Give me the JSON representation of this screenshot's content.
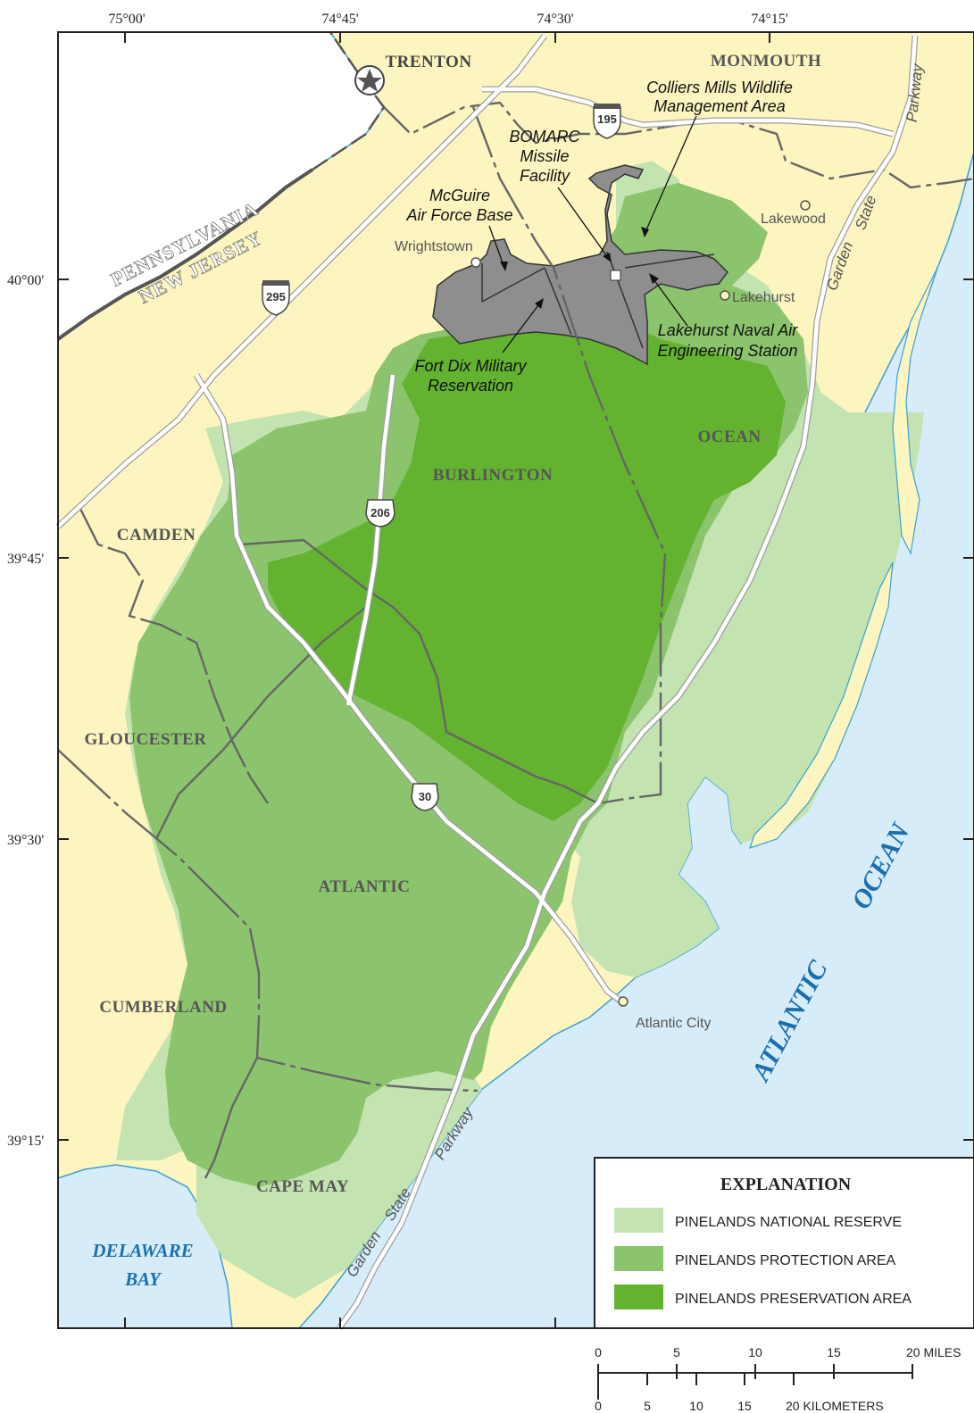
{
  "colors": {
    "land": "#fcf5c0",
    "water": "#d6ecf8",
    "coast": "#3aa0d8",
    "reserve": "#c3e3b1",
    "protection": "#8cc46d",
    "preservation": "#63b331",
    "facility": "#8e8e8e",
    "road": "#ffffff",
    "boundary": "#666666"
  },
  "ticks": {
    "top": [
      "75°00'",
      "74°45'",
      "74°30'",
      "74°15'"
    ],
    "left": [
      "40°00'",
      "39°45'",
      "39°30'",
      "39°15'"
    ]
  },
  "counties": {
    "monmouth": "MONMOUTH",
    "burlington": "BURLINGTON",
    "ocean": "OCEAN",
    "camden": "CAMDEN",
    "gloucester": "GLOUCESTER",
    "atlantic": "ATLANTIC",
    "cumberland": "CUMBERLAND",
    "cape_may": "CAPE MAY"
  },
  "states": {
    "pennsylvania": "PENNSYLVANIA",
    "new_jersey": "NEW JERSEY"
  },
  "places": {
    "trenton": "TRENTON",
    "wrightstown": "Wrightstown",
    "lakewood": "Lakewood",
    "lakehurst": "Lakehurst",
    "atlantic_city": "Atlantic City"
  },
  "facilities": {
    "colliers_1": "Colliers Mills Wildlife",
    "colliers_2": "Management Area",
    "bomarc_1": "BOMARC",
    "bomarc_2": "Missile",
    "bomarc_3": "Facility",
    "mcguire_1": "McGuire",
    "mcguire_2": "Air Force Base",
    "lakehurst_1": "Lakehurst Naval Air",
    "lakehurst_2": "Engineering Station",
    "fortdix_1": "Fort Dix Military",
    "fortdix_2": "Reservation"
  },
  "roads": {
    "i195": "195",
    "i295": "295",
    "us206": "206",
    "us30": "30",
    "gsp_north_1": "Parkway",
    "gsp_north_2": "Garden",
    "gsp_north_3": "State",
    "gsp_south_1": "Parkway",
    "gsp_south_2": "State",
    "gsp_south_3": "Garden"
  },
  "water": {
    "ocean_1": "ATLANTIC",
    "ocean_2": "OCEAN",
    "bay_1": "DELAWARE",
    "bay_2": "BAY"
  },
  "legend": {
    "title": "EXPLANATION",
    "items": [
      {
        "label": "PINELANDS NATIONAL RESERVE",
        "color": "#c3e3b1"
      },
      {
        "label": "PINELANDS PROTECTION AREA",
        "color": "#8cc46d"
      },
      {
        "label": "PINELANDS PRESERVATION AREA",
        "color": "#63b331"
      }
    ]
  },
  "scale": {
    "miles": [
      "0",
      "5",
      "10",
      "15",
      "20 MILES"
    ],
    "km": [
      "0",
      "5",
      "10",
      "15",
      "20 KILOMETERS"
    ]
  }
}
